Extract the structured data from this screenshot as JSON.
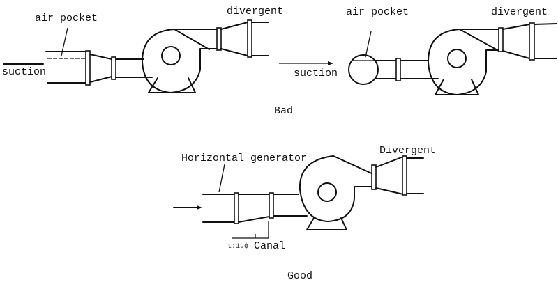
{
  "diagrams": [
    {
      "id": "bad-1",
      "labels": {
        "top_left": "air pocket",
        "top_right": "divergent",
        "inlet": "suction"
      }
    },
    {
      "id": "bad-2",
      "labels": {
        "top_left": "air pocket",
        "top_right": "divergent",
        "inlet": "suction"
      }
    },
    {
      "id": "good",
      "labels": {
        "top_left": "Horizontal generator",
        "top_right": "Divergent",
        "bottom": "Canal",
        "bottom_prefix": "ι:1.ϕ"
      }
    }
  ],
  "captions": {
    "bad": "Bad",
    "good": "Good"
  }
}
